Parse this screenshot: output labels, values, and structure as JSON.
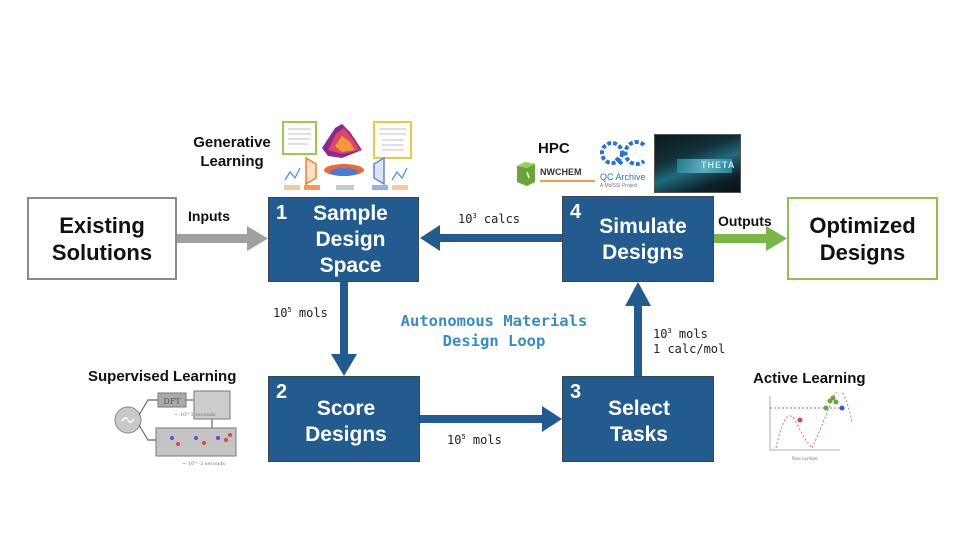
{
  "diagram": {
    "title": "Autonomous Materials Design Loop",
    "title_lines": [
      "Autonomous Materials",
      "Design Loop"
    ],
    "colors": {
      "step_fill": "#245b8e",
      "step_border": "#3b4654",
      "loop_title": "#3a8bc4",
      "input_arrow": "#a0a0a0",
      "output_arrow": "#7ab648",
      "output_box_border": "#8cc152",
      "input_box_border": "#8a8a8a"
    },
    "inputs": {
      "box_lines": [
        "Existing",
        "Solutions"
      ],
      "arrow_label": "Inputs"
    },
    "outputs": {
      "box_lines": [
        "Optimized",
        "Designs"
      ],
      "arrow_label": "Outputs"
    },
    "steps": [
      {
        "number": "1",
        "lines": [
          "Sample",
          "Design",
          "Space"
        ]
      },
      {
        "number": "2",
        "lines": [
          "Score",
          "Designs"
        ]
      },
      {
        "number": "3",
        "lines": [
          "Select",
          "Tasks"
        ]
      },
      {
        "number": "4",
        "lines": [
          "Simulate",
          "Designs"
        ]
      }
    ],
    "edges": {
      "s1_to_s2": {
        "base": "10",
        "exp": "5",
        "unit": " mols"
      },
      "s2_to_s3": {
        "base": "10",
        "exp": "5",
        "unit": " mols"
      },
      "s3_to_s4": {
        "line1_base": "10",
        "line1_exp": "3",
        "line1_unit": " mols",
        "line2": "1 calc/mol"
      },
      "s4_to_s1": {
        "base": "10",
        "exp": "3",
        "unit": " calcs"
      }
    },
    "annotations": {
      "generative": {
        "lines": [
          "Generative",
          "Learning"
        ]
      },
      "supervised": {
        "label": "Supervised Learning",
        "dft": "DFT",
        "dft_time": "~ 10^3 seconds",
        "mpnn_time": "~ 10^-3 seconds"
      },
      "active": {
        "label": "Active Learning",
        "xlabel": "Pass number"
      },
      "hpc": {
        "label": "HPC",
        "nwchem": "NWCHEM",
        "qc_logo": "QC",
        "qc_archive": "QC Archive",
        "qc_sub": "A MolSSI Project",
        "machine": "THETA"
      }
    }
  }
}
